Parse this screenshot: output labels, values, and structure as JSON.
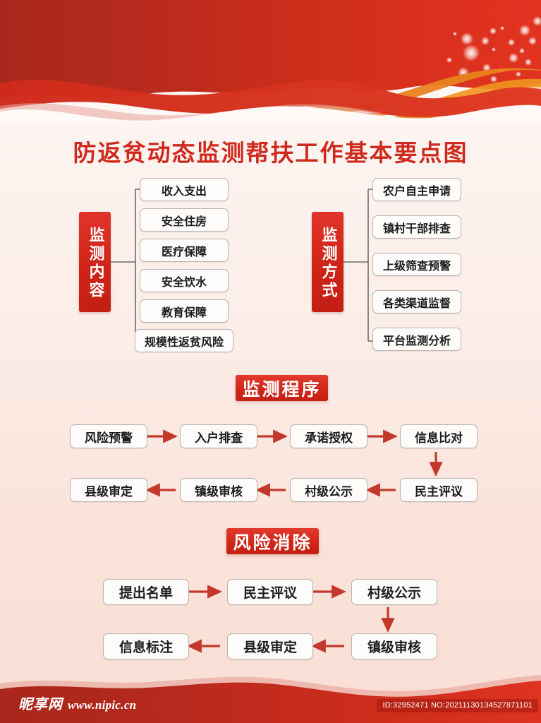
{
  "title": "防返贫动态监测帮扶工作基本要点图",
  "colors": {
    "brand_red": "#cf2a1d",
    "tag_red": "#d0271a",
    "arrow_red": "#c4382c",
    "box_border": "#b9b3ae",
    "box_fill": "#fdfcfb",
    "bg_top": "#fffdfc",
    "bg_bottom": "#f9ded4",
    "header_red": "#c0291b",
    "header_orange": "#e8821e"
  },
  "sections": {
    "monitor_content": {
      "label": "监测内容",
      "items": [
        "收入支出",
        "安全住房",
        "医疗保障",
        "安全饮水",
        "教育保障",
        "规模性返贫风险"
      ]
    },
    "monitor_method": {
      "label": "监测方式",
      "items": [
        "农户自主申请",
        "镇村干部排查",
        "上级筛查预警",
        "各类渠道监督",
        "平台监测分析"
      ]
    },
    "monitor_procedure": {
      "banner": "监测程序",
      "row1": [
        "风险预警",
        "入户排查",
        "承诺授权",
        "信息比对"
      ],
      "row2": [
        "民主评议",
        "村级公示",
        "镇级审核",
        "县级审定"
      ]
    },
    "risk_removal": {
      "banner": "风险消除",
      "row1": [
        "提出名单",
        "民主评议",
        "村级公示"
      ],
      "row2": [
        "镇级审核",
        "县级审定",
        "信息标注"
      ]
    }
  },
  "footer": {
    "brand_cn": "昵享网",
    "brand_url": "www.nipic.cn",
    "id_text": "ID:32952471 NO:20211130134527871101"
  }
}
